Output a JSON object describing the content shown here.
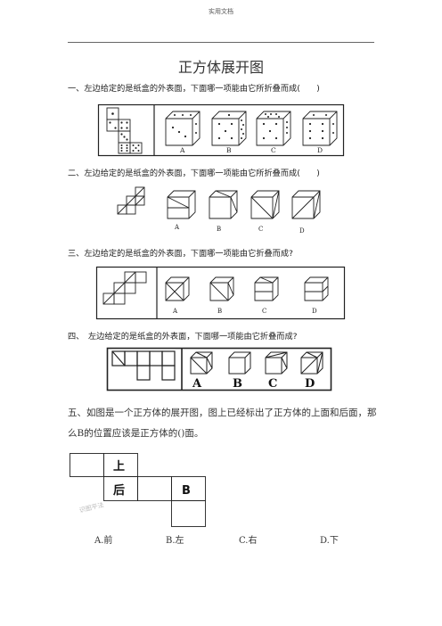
{
  "header": "实用文档",
  "title": "正方体展开图",
  "questions": [
    {
      "text": "一、左边给定的是纸盒的外表面，下面哪一项能由它所折叠而成(　　)",
      "options": [
        "A",
        "B",
        "C",
        "D"
      ]
    },
    {
      "text": "二、左边给定的是纸盒的外表面，下面哪一项能由它所折叠而成(　　)",
      "options": [
        "A",
        "B",
        "C",
        "D"
      ]
    },
    {
      "text": "三、左边给定的是纸盒的外表面，下面哪一项能由它折叠而成?",
      "options": [
        "A",
        "B",
        "C",
        "D"
      ]
    },
    {
      "text": "四、　左边给定的是纸盒的外表面，下面哪一项能由它折叠而成?",
      "options": [
        "A",
        "B",
        "C",
        "D"
      ]
    }
  ],
  "q5": {
    "text": "五、如图是一个正方体的展开图，图上已经标出了正方体的上面和后面，那么B的位置应该是正方体的()面。",
    "net_labels": {
      "top": "上",
      "back": "后",
      "b": "B"
    },
    "stamp": "识图平法",
    "choices": [
      "A.前",
      "B.左",
      "C.右",
      "D.下"
    ]
  }
}
